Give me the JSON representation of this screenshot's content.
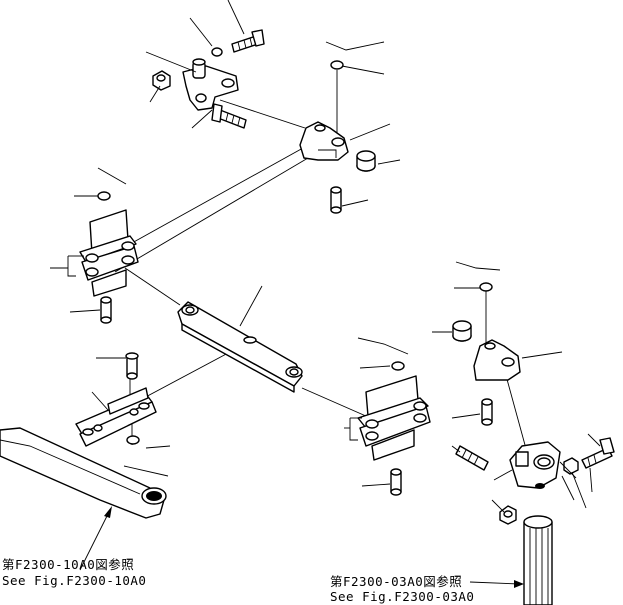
{
  "references": {
    "left": {
      "jp": "第F2300-10A0図参照",
      "en": "See Fig.F2300-10A0"
    },
    "right": {
      "jp": "第F2300-03A0図参照",
      "en": "See Fig.F2300-03A0"
    }
  }
}
